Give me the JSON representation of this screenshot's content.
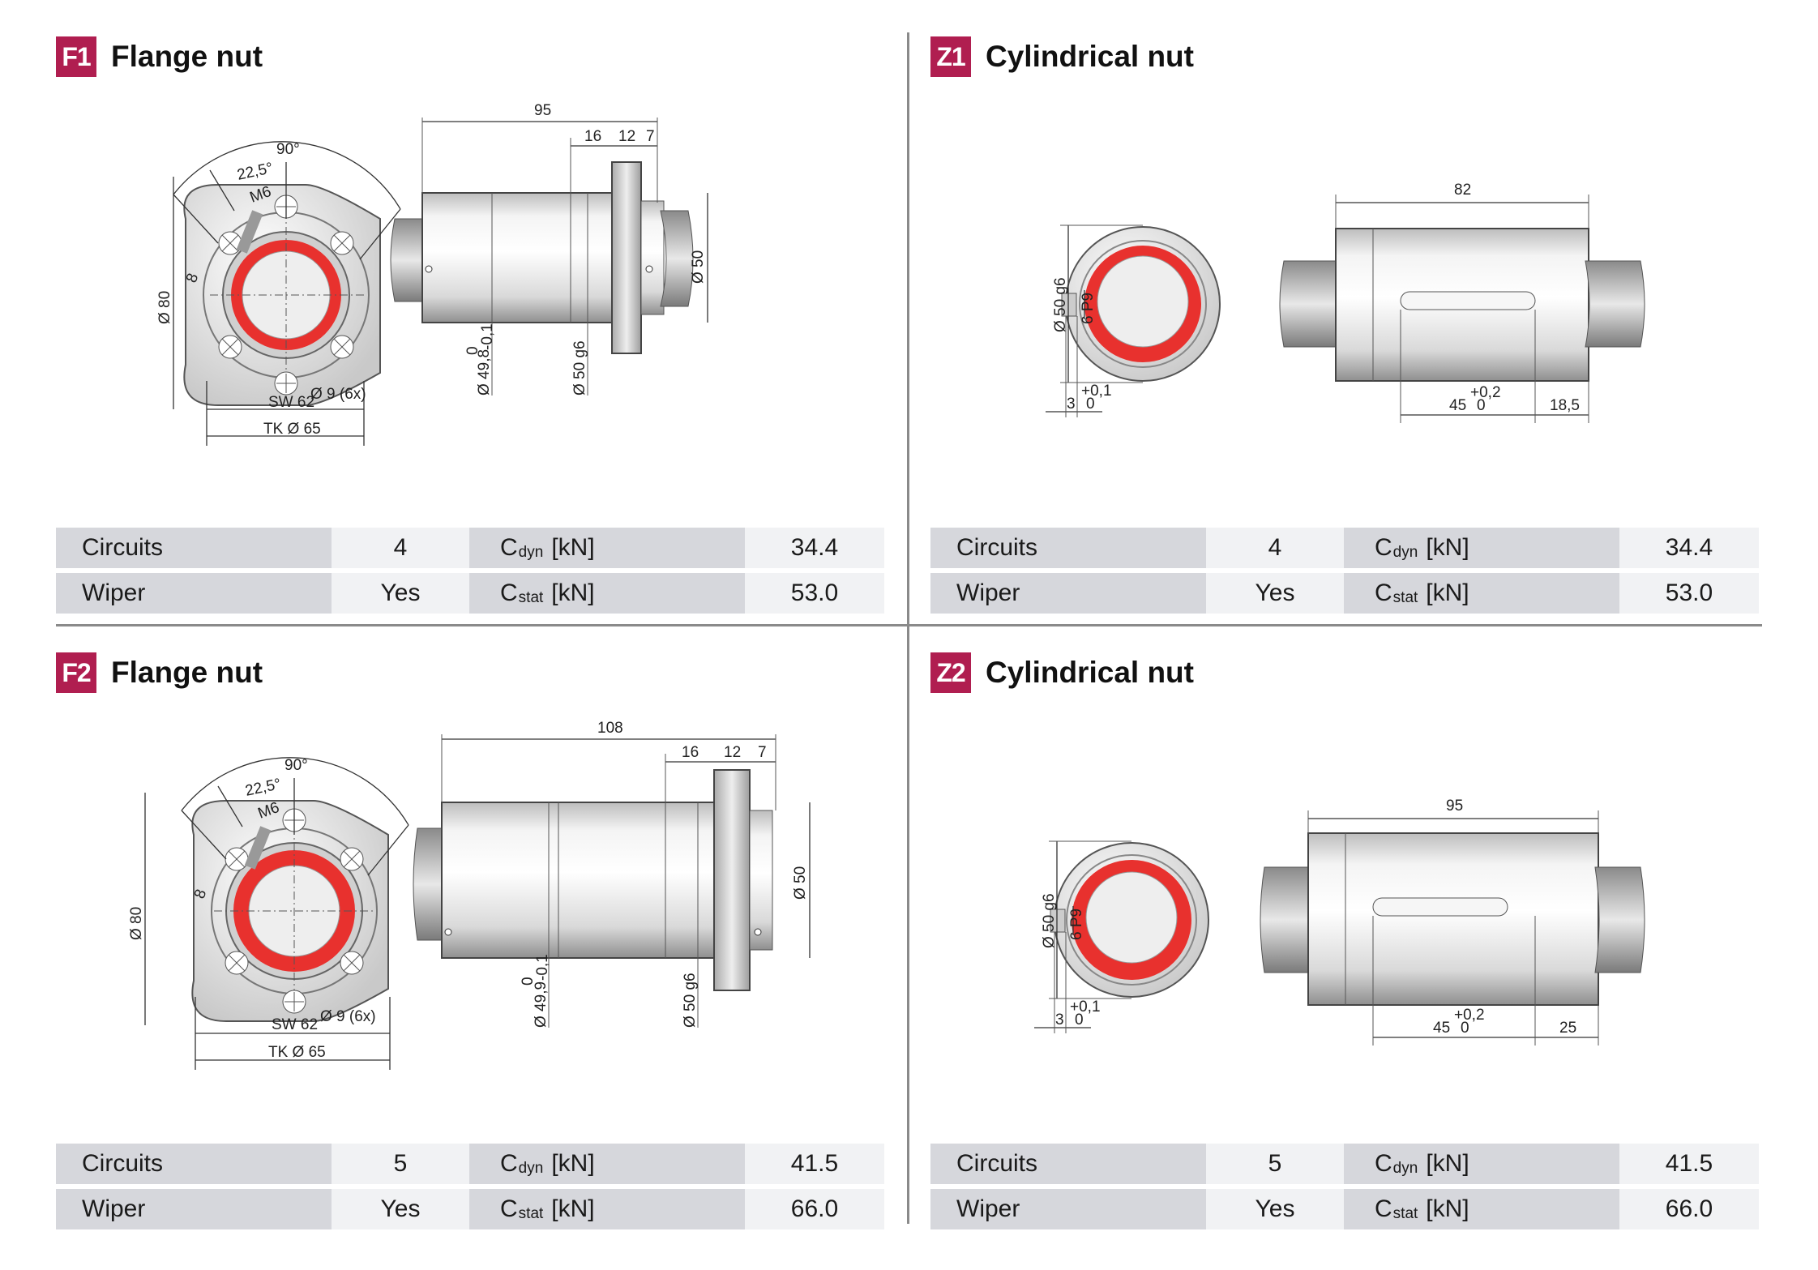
{
  "colors": {
    "badge": "#b01e50",
    "seal_red": "#e8312e",
    "label_bg": "#d6d7dc",
    "value_bg": "#f1f2f4"
  },
  "panels": {
    "f1": {
      "badge": "F1",
      "title": "Flange nut",
      "specs": {
        "circuits_label": "Circuits",
        "circuits": "4",
        "cdyn_label_main": "C",
        "cdyn_sub": "dyn",
        "cdyn_unit": "[kN]",
        "cdyn": "34.4",
        "wiper_label": "Wiper",
        "wiper": "Yes",
        "cstat_label_main": "C",
        "cstat_sub": "stat",
        "cstat_unit": "[kN]",
        "cstat": "53.0"
      },
      "dims": {
        "angle_90": "90°",
        "angle_22": "22,5°",
        "thread": "M6",
        "d8": "8",
        "d80": "Ø 80",
        "hole": "Ø 9 (6x)",
        "sw": "SW 62",
        "tk": "TK Ø 65",
        "len_total": "95",
        "len_16": "16",
        "len_12": "12",
        "len_7": "7",
        "d50": "Ø 50",
        "d49": "Ø 49,8",
        "tol_49_top": "0",
        "tol_49_bot": "-0,1",
        "d50g6": "Ø 50 g6"
      }
    },
    "z1": {
      "badge": "Z1",
      "title": "Cylindrical nut",
      "specs": {
        "circuits_label": "Circuits",
        "circuits": "4",
        "cdyn_label_main": "C",
        "cdyn_sub": "dyn",
        "cdyn_unit": "[kN]",
        "cdyn": "34.4",
        "wiper_label": "Wiper",
        "wiper": "Yes",
        "cstat_label_main": "C",
        "cstat_sub": "stat",
        "cstat_unit": "[kN]",
        "cstat": "53.0"
      },
      "dims": {
        "len_total": "82",
        "d50g6": "Ø 50 g6",
        "p9": "6 P9",
        "d3": "3",
        "tol3_top": "+0,1",
        "tol3_bot": "0",
        "d45": "45",
        "tol45_top": "+0,2",
        "tol45_bot": "0",
        "d18": "18,5"
      }
    },
    "f2": {
      "badge": "F2",
      "title": "Flange nut",
      "specs": {
        "circuits_label": "Circuits",
        "circuits": "5",
        "cdyn_label_main": "C",
        "cdyn_sub": "dyn",
        "cdyn_unit": "[kN]",
        "cdyn": "41.5",
        "wiper_label": "Wiper",
        "wiper": "Yes",
        "cstat_label_main": "C",
        "cstat_sub": "stat",
        "cstat_unit": "[kN]",
        "cstat": "66.0"
      },
      "dims": {
        "angle_90": "90°",
        "angle_22": "22,5°",
        "thread": "M6",
        "d8": "8",
        "d80": "Ø 80",
        "hole": "Ø 9 (6x)",
        "sw": "SW 62",
        "tk": "TK Ø 65",
        "len_total": "108",
        "len_16": "16",
        "len_12": "12",
        "len_7": "7",
        "d50": "Ø 50",
        "d49": "Ø 49,9",
        "tol_49_top": "0",
        "tol_49_bot": "-0,1",
        "d50g6": "Ø 50 g6"
      }
    },
    "z2": {
      "badge": "Z2",
      "title": "Cylindrical nut",
      "specs": {
        "circuits_label": "Circuits",
        "circuits": "5",
        "cdyn_label_main": "C",
        "cdyn_sub": "dyn",
        "cdyn_unit": "[kN]",
        "cdyn": "41.5",
        "wiper_label": "Wiper",
        "wiper": "Yes",
        "cstat_label_main": "C",
        "cstat_sub": "stat",
        "cstat_unit": "[kN]",
        "cstat": "66.0"
      },
      "dims": {
        "len_total": "95",
        "d50g6": "Ø 50 g6",
        "p9": "6 P9",
        "d3": "3",
        "tol3_top": "+0,1",
        "tol3_bot": "0",
        "d45": "45",
        "tol45_top": "+0,2",
        "tol45_bot": "0",
        "d25": "25"
      }
    }
  }
}
